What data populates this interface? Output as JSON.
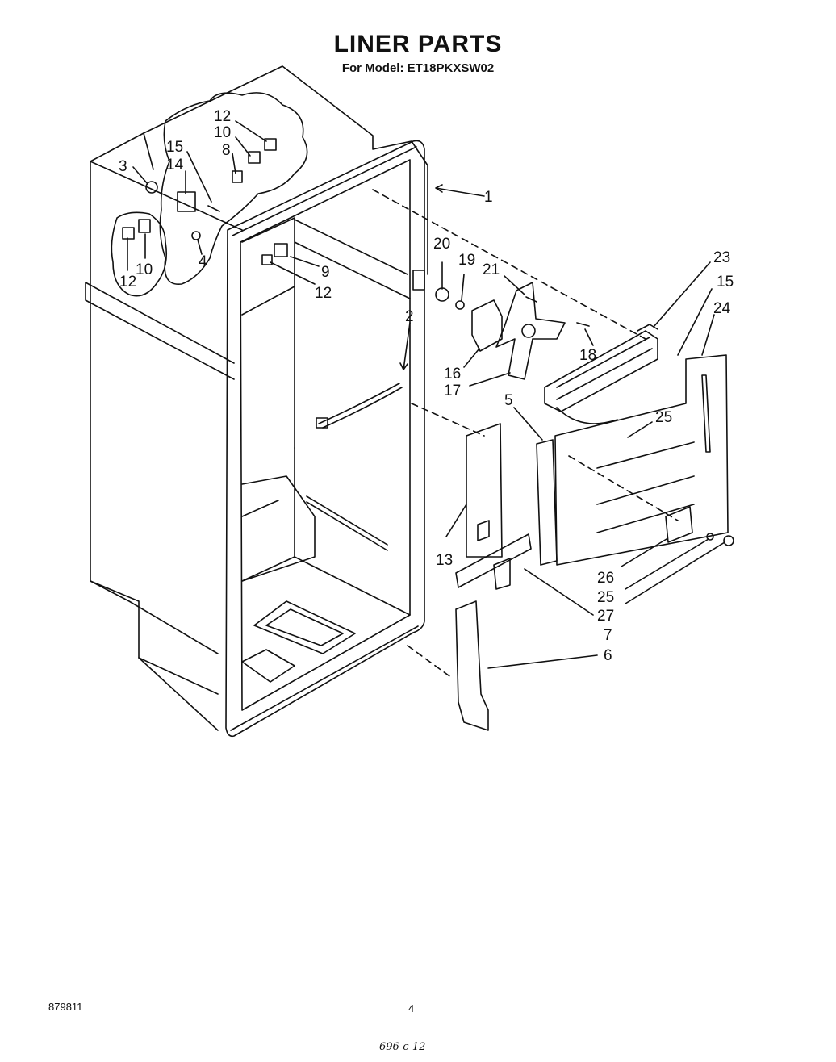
{
  "header": {
    "title": "LINER PARTS",
    "subtitle": "For Model: ET18PKXSW02"
  },
  "footer": {
    "code": "879811",
    "page": "4",
    "handwritten": "696-c-12"
  },
  "callouts": {
    "c12a": "12",
    "c10a": "10",
    "c15a": "15",
    "c14": "14",
    "c8": "8",
    "c3": "3",
    "c4": "4",
    "c12b": "12",
    "c10b": "10",
    "c9": "9",
    "c12c": "12",
    "c1": "1",
    "c2": "2",
    "c20": "20",
    "c19": "19",
    "c21": "21",
    "c18": "18",
    "c16": "16",
    "c17": "17",
    "c23": "23",
    "c15b": "15",
    "c24": "24",
    "c5": "5",
    "c25a": "25",
    "c13": "13",
    "c26": "26",
    "c25b": "25",
    "c27": "27",
    "c7": "7",
    "c6": "6"
  }
}
